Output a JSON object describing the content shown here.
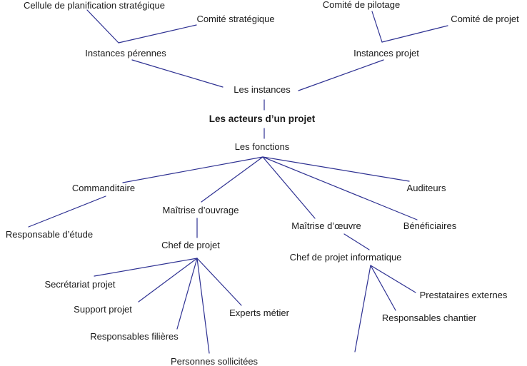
{
  "diagram": {
    "root": "Les acteurs d’un projet",
    "instances": {
      "label": "Les instances",
      "perennes": {
        "label": "Instances pérennes",
        "children": [
          "Cellule de planification stratégique",
          "Comité stratégique"
        ]
      },
      "projet": {
        "label": "Instances projet",
        "children": [
          "Comité de pilotage",
          "Comité de projet"
        ]
      }
    },
    "fonctions": {
      "label": "Les fonctions",
      "commanditaire": {
        "label": "Commanditaire",
        "child": "Responsable d’étude"
      },
      "moa": {
        "label": "Maîtrise d’ouvrage",
        "chef": {
          "label": "Chef de projet",
          "children": [
            "Secrétariat projet",
            "Support projet",
            "Responsables filières",
            "Personnes sollicitées",
            "Experts métier"
          ]
        }
      },
      "moe": {
        "label": "Maîtrise d’œuvre",
        "chef": {
          "label": "Chef de projet informatique",
          "children": [
            "Prestataires externes",
            "Responsables chantier"
          ]
        }
      },
      "beneficiaires": "Bénéficiaires",
      "auditeurs": "Auditeurs"
    },
    "line_color": "#2e3192"
  }
}
